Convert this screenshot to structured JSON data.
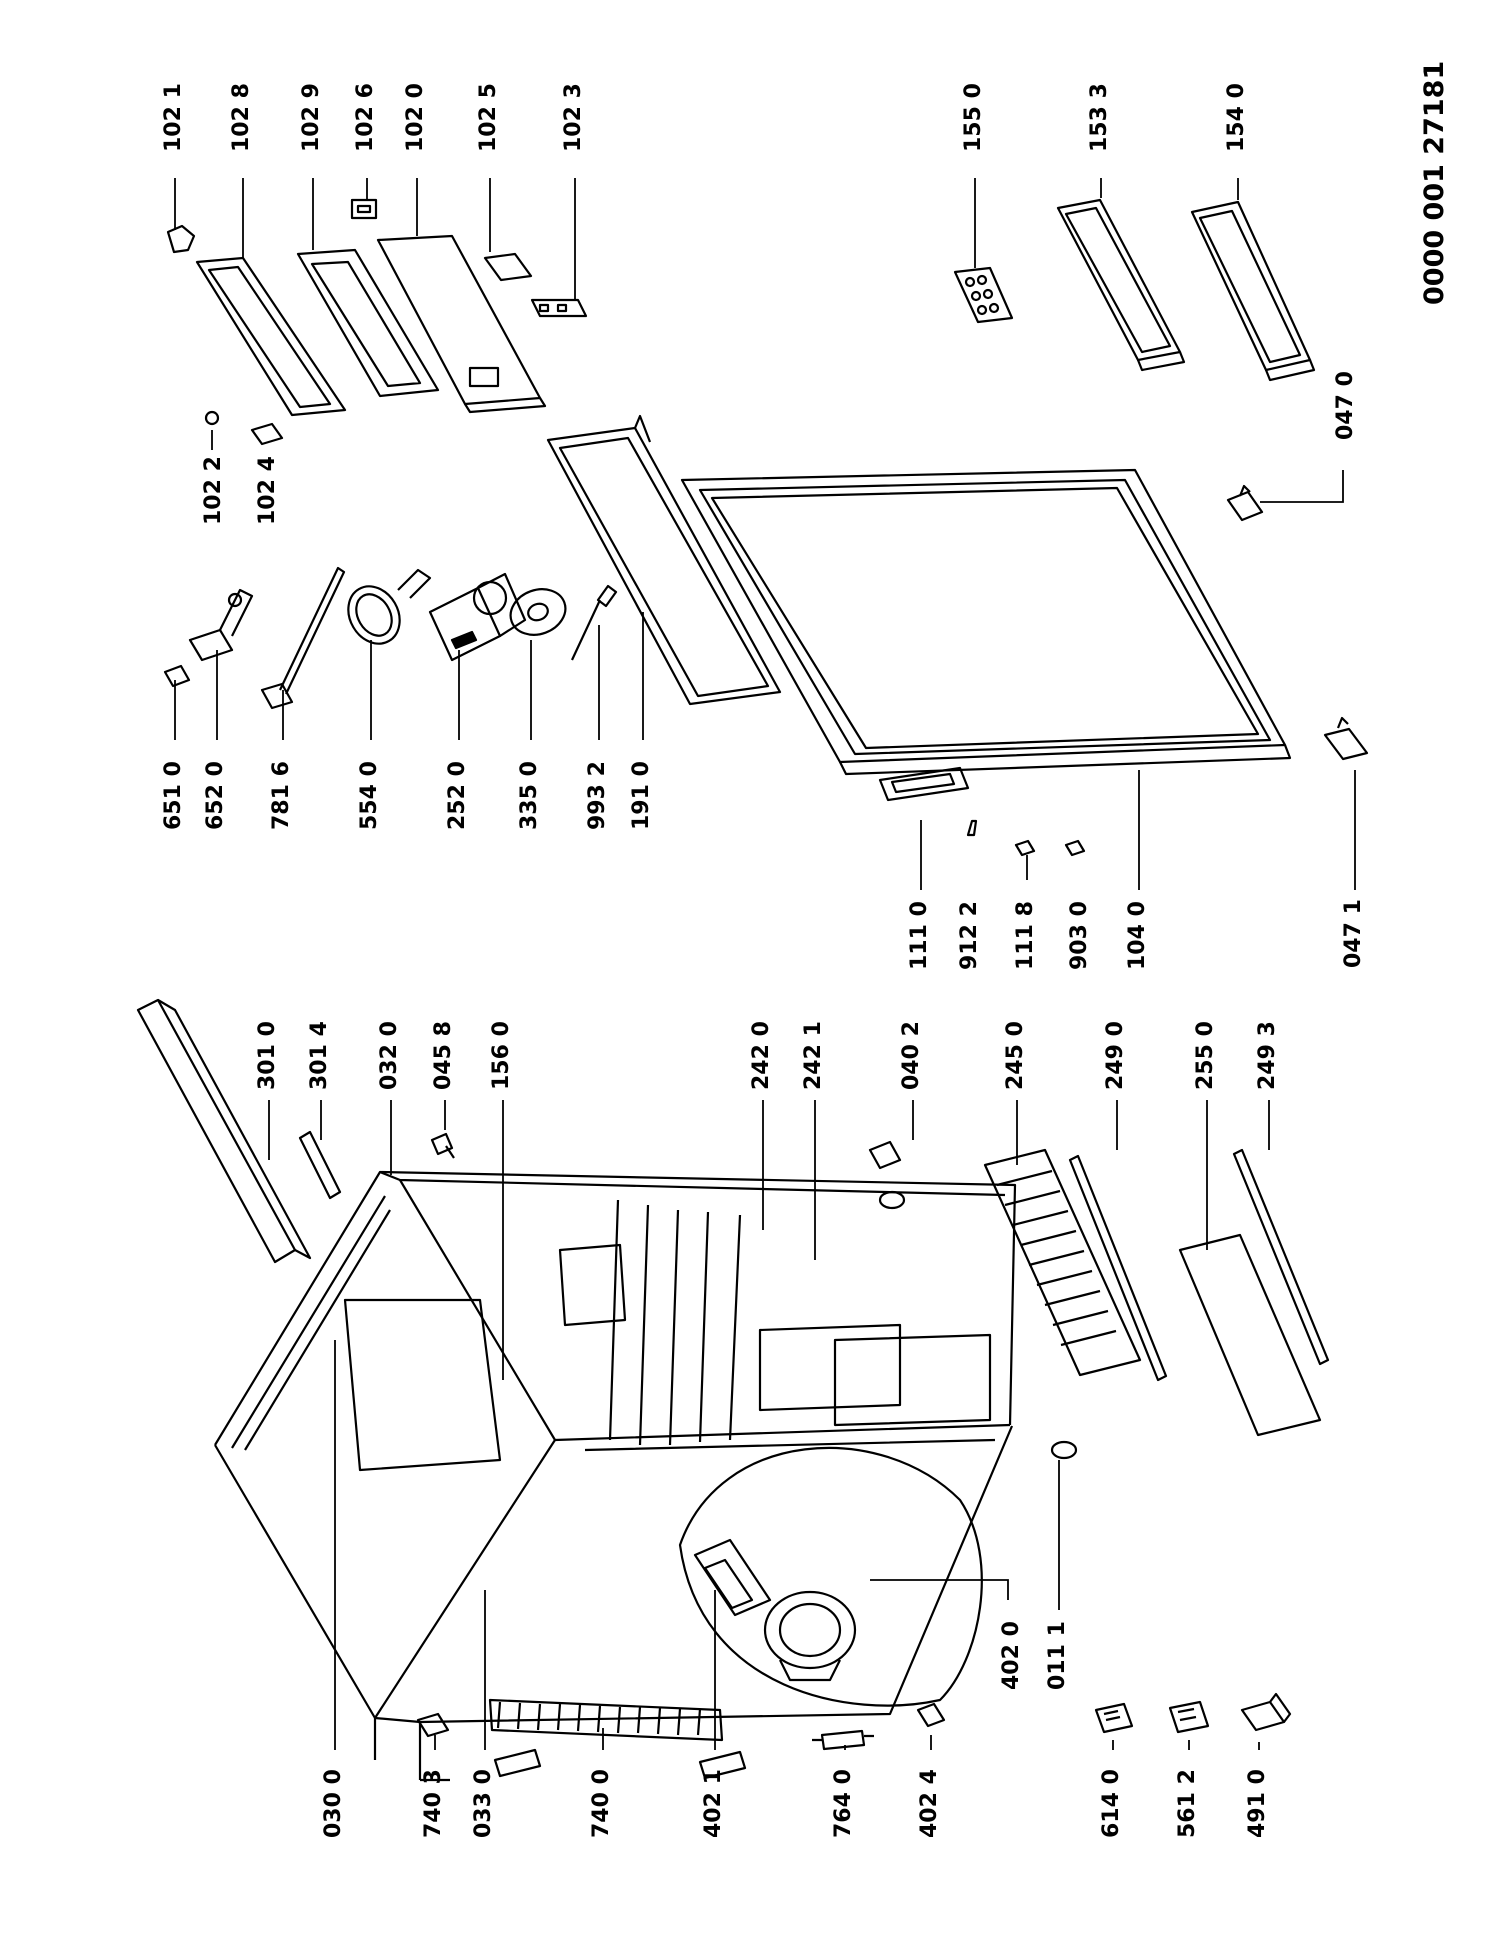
{
  "document_number": "0000 001 27181",
  "labels": {
    "p1021": "102 1",
    "p1028": "102 8",
    "p1029": "102 9",
    "p1026": "102 6",
    "p1020": "102 0",
    "p1025": "102 5",
    "p1023": "102 3",
    "p1022": "102 2",
    "p1024": "102 4",
    "p1550": "155 0",
    "p1533": "153 3",
    "p1540": "154 0",
    "p0470": "047 0",
    "p0471": "047 1",
    "p6510": "651 0",
    "p6520": "652 0",
    "p7816": "781 6",
    "p5540": "554 0",
    "p2520": "252 0",
    "p3350": "335 0",
    "p9932": "993 2",
    "p1910": "191 0",
    "p1110": "111 0",
    "p9122": "912 2",
    "p1118": "111 8",
    "p9030": "903 0",
    "p1040": "104 0",
    "p3010": "301 0",
    "p3014": "301 4",
    "p0320": "032 0",
    "p0458": "045 8",
    "p1560": "156 0",
    "p2420": "242 0",
    "p2421": "242 1",
    "p0402": "040 2",
    "p2450": "245 0",
    "p2490": "249 0",
    "p2550": "255 0",
    "p2493": "249 3",
    "p0300": "030 0",
    "p7403": "740 3",
    "p0330": "033 0",
    "p7400": "740 0",
    "p4021": "402 1",
    "p7640": "764 0",
    "p4024": "402 4",
    "p4020": "402 0",
    "p0111": "011 1",
    "p6140": "614 0",
    "p5612": "561 2",
    "p4910": "491 0"
  }
}
